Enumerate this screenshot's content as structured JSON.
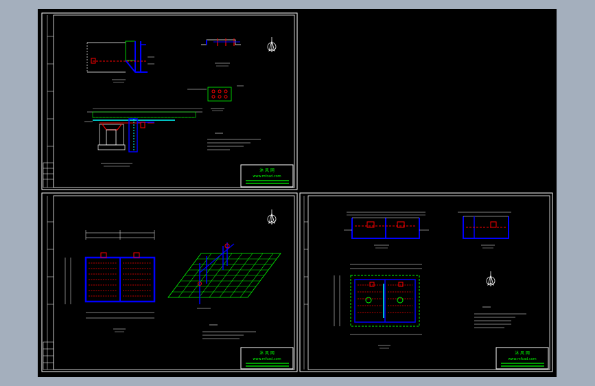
{
  "app": {
    "title": ""
  },
  "colors": {
    "background": "#a4afbd",
    "canvas": "#000000",
    "frame": "#ffffff",
    "structure": "#0000ff",
    "pipe": "#ff0000",
    "grid": "#00ff00",
    "text": "#ffffff",
    "accent": "#00ffff",
    "highlight": "#ffff00"
  },
  "sheets": [
    {
      "id": "sheet-top-left"
    },
    {
      "id": "sheet-bottom-left"
    },
    {
      "id": "sheet-bottom-right"
    }
  ],
  "title_block": {
    "line1": "沐 风 网",
    "line2": "www.mfcad.com"
  },
  "north_symbol": "north-arrow-icon"
}
